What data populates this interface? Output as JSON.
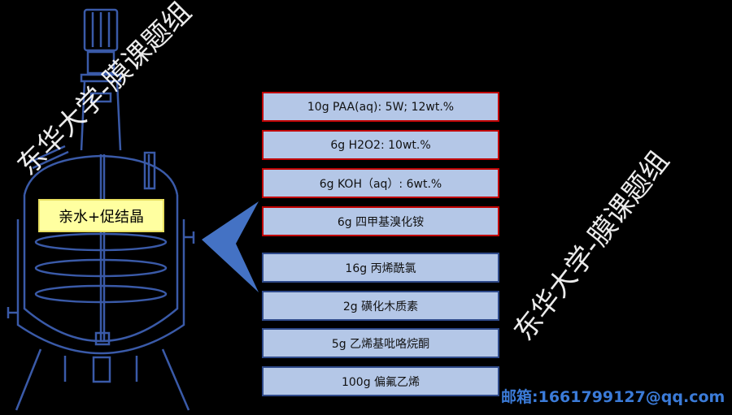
{
  "vessel_label": "亲水+促结晶",
  "ingredients": [
    {
      "text": "10g PAA(aq): 5W; 12wt.%"
    },
    {
      "text": "6g H2O2: 10wt.%"
    },
    {
      "text": "6g KOH（aq）: 6wt.%"
    },
    {
      "text": "6g 四甲基溴化铵"
    },
    {
      "text": "16g 丙烯酰氯"
    },
    {
      "text": "2g 磺化木质素"
    },
    {
      "text": "5g 乙烯基吡咯烷酮"
    },
    {
      "text": "100g 偏氟乙烯"
    }
  ],
  "watermark": "东华大学-膜课题组",
  "email": "邮箱:1661799127@qq.com",
  "colors": {
    "vessel": "#3a5aa8",
    "arrow": "#4472c4",
    "red_border": "#c00000",
    "box": "#b4c7e7"
  }
}
